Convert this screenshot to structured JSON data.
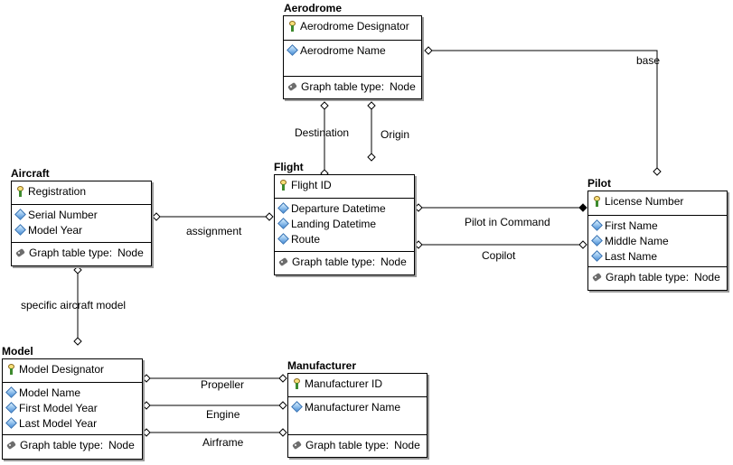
{
  "entities": {
    "aerodrome": {
      "title": "Aerodrome",
      "key": "Aerodrome Designator",
      "attributes": [
        "Aerodrome Name"
      ],
      "footer_label": "Graph table type:",
      "footer_value": "Node"
    },
    "aircraft": {
      "title": "Aircraft",
      "key": "Registration",
      "attributes": [
        "Serial Number",
        "Model Year"
      ],
      "footer_label": "Graph table type:",
      "footer_value": "Node"
    },
    "flight": {
      "title": "Flight",
      "key": "Flight ID",
      "attributes": [
        "Departure Datetime",
        "Landing Datetime",
        "Route"
      ],
      "footer_label": "Graph table type:",
      "footer_value": "Node"
    },
    "pilot": {
      "title": "Pilot",
      "key": "License Number",
      "attributes": [
        "First Name",
        "Middle Name",
        "Last Name"
      ],
      "footer_label": "Graph table type:",
      "footer_value": "Node"
    },
    "model": {
      "title": "Model",
      "key": "Model Designator",
      "attributes": [
        "Model Name",
        "First Model Year",
        "Last Model Year"
      ],
      "footer_label": "Graph table type:",
      "footer_value": "Node"
    },
    "manufacturer": {
      "title": "Manufacturer",
      "key": "Manufacturer ID",
      "attributes": [
        "Manufacturer Name"
      ],
      "footer_label": "Graph table type:",
      "footer_value": "Node"
    }
  },
  "relationships": {
    "base": "base",
    "destination": "Destination",
    "origin": "Origin",
    "assignment": "assignment",
    "pilot_in_command": "Pilot in Command",
    "copilot": "Copilot",
    "specific_aircraft_model": "specific aircraft model",
    "propeller": "Propeller",
    "engine": "Engine",
    "airframe": "Airframe"
  }
}
